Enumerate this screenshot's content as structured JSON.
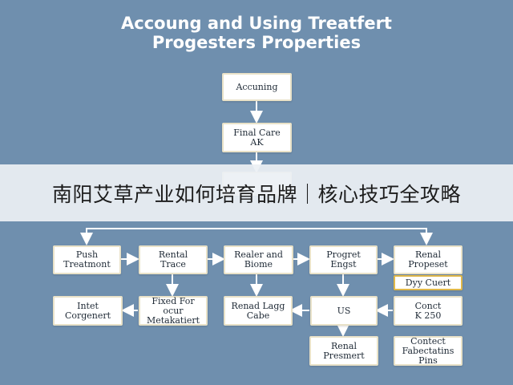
{
  "title": {
    "line1": "Accoung and Using Treatfert",
    "line2": "Progesters Properties"
  },
  "nodes": {
    "accuning": "Accuning",
    "final_care": "Final Care\nAK",
    "push_treatment": "Push\nTreatmont",
    "rental_trace": "Rental\nTrace",
    "realer_biome": "Realer and\nBiome",
    "progret_engst": "Progret\nEngst",
    "renal_propeset": "Renal\nPropeset",
    "dyy_cuert": "Dyy Cuert",
    "intet_corgenert": "Intet\nCorgenert",
    "fixed_for_metakatiert": "Fixed For\nocur\nMetakatiert",
    "renad_lagg_cabe": "Renad Lagg\nCabe",
    "us": "US",
    "conct_k250": "Conct\nK 250",
    "renal_presmert": "Renal\nPresmert",
    "contect_fabectatins_pins": "Contect\nFabectatins\nPins"
  },
  "banner": {
    "text": "南阳艾草产业如何培育品牌｜核心技巧全攻略"
  },
  "colors": {
    "background": "#6f8fae",
    "connector": "#ffffff",
    "node_border": "#e9e2c8",
    "highlight_border": "#e0b84a",
    "banner_bg": "#eef1f4"
  }
}
